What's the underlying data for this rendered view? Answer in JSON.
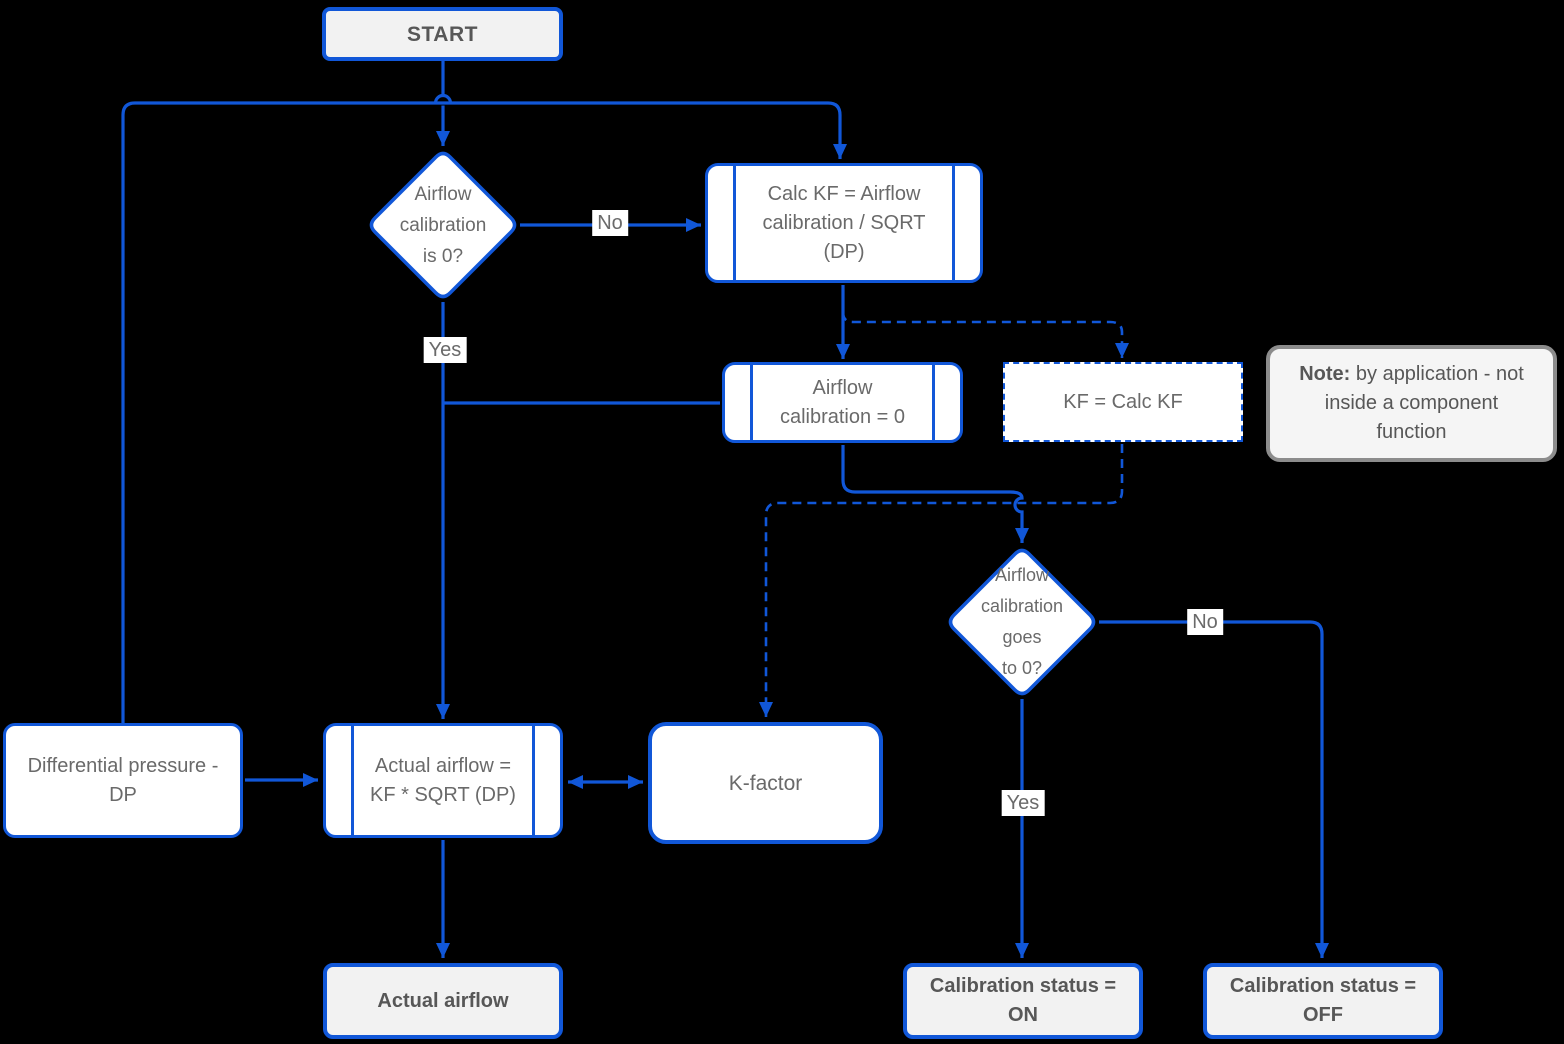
{
  "title": "Airflow calibration flowchart",
  "colors": {
    "accent": "#1157d8",
    "background": "#000000",
    "node_fill": "#ffffff",
    "terminal_fill": "#f2f2f2",
    "note_fill": "#f5f5f5",
    "note_border": "#8c8c8c",
    "text": "#6a6a6a",
    "text_bold": "#575757"
  },
  "nodes": {
    "start": {
      "label": "START",
      "type": "terminal"
    },
    "decision_airflow_is_0": {
      "label": "Airflow\ncalibration\nis 0?",
      "type": "decision"
    },
    "calc_kf": {
      "label": "Calc KF = Airflow\ncalibration / SQRT\n(DP)",
      "type": "predefined-process"
    },
    "airflow_cal_0": {
      "label": "Airflow\ncalibration = 0",
      "type": "predefined-process"
    },
    "kf_calc_kf": {
      "label": "KF = Calc KF",
      "type": "dashed-process"
    },
    "note": {
      "label": "Note:",
      "text": " by application - not\ninside a component\nfunction",
      "type": "note"
    },
    "decision_goes_to_0": {
      "label": "Airflow\ncalibration\ngoes\nto 0?",
      "type": "decision"
    },
    "diff_pressure": {
      "label": "Differential pressure -\nDP",
      "type": "data"
    },
    "actual_airflow_calc": {
      "label": "Actual airflow =\nKF * SQRT (DP)",
      "type": "predefined-process"
    },
    "k_factor": {
      "label": "K-factor",
      "type": "data"
    },
    "actual_airflow": {
      "label": "Actual airflow",
      "type": "terminal"
    },
    "cal_status_on": {
      "label": "Calibration status =\nON",
      "type": "terminal"
    },
    "cal_status_off": {
      "label": "Calibration status =\nOFF",
      "type": "terminal"
    }
  },
  "edge_labels": {
    "no_is_0": "No",
    "yes_is_0": "Yes",
    "no_goes_to_0": "No",
    "yes_goes_to_0": "Yes"
  }
}
